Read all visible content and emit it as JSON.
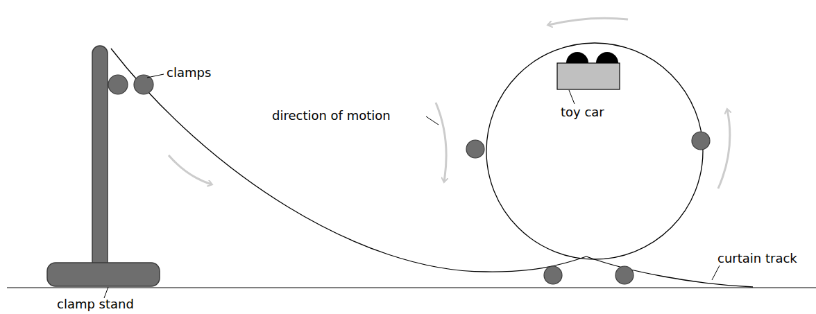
{
  "diagram": {
    "labels": [
      "clamps",
      "direction of motion",
      "toy car",
      "clamp stand",
      "curtain track"
    ]
  }
}
